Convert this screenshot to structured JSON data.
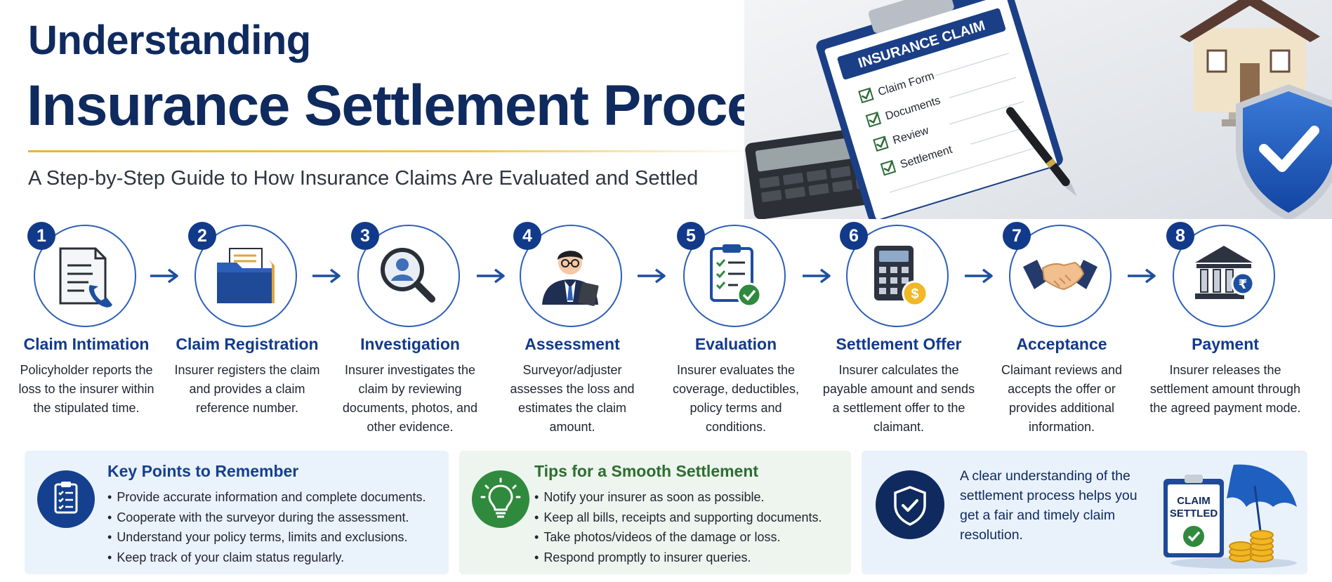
{
  "header": {
    "title_line1": "Understanding",
    "title_line2": "Insurance Settlement Procedures",
    "subtitle": "A Step-by-Step Guide to How Insurance Claims Are Evaluated and Settled"
  },
  "hero_art": {
    "clipboard_title": "INSURANCE CLAIM",
    "checklist": [
      "Claim Form",
      "Documents",
      "Review",
      "Settlement"
    ]
  },
  "steps": [
    {
      "num": "1",
      "label": "Claim Intimation",
      "icon": "document-phone-icon",
      "desc": "Policyholder reports the loss to the insurer within the stipulated time."
    },
    {
      "num": "2",
      "label": "Claim Registration",
      "icon": "folder-icon",
      "desc": "Insurer registers the claim and provides a claim reference number."
    },
    {
      "num": "3",
      "label": "Investigation",
      "icon": "magnifier-person-icon",
      "desc": "Insurer investigates the claim by reviewing documents, photos, and other evidence."
    },
    {
      "num": "4",
      "label": "Assessment",
      "icon": "surveyor-icon",
      "desc": "Surveyor/adjuster assesses the loss and estimates the claim amount."
    },
    {
      "num": "5",
      "label": "Evaluation",
      "icon": "checklist-clipboard-icon",
      "desc": "Insurer evaluates the coverage, deductibles, policy terms and conditions."
    },
    {
      "num": "6",
      "label": "Settlement Offer",
      "icon": "calculator-coin-icon",
      "desc": "Insurer calculates the payable amount and sends a settlement offer to the claimant."
    },
    {
      "num": "7",
      "label": "Acceptance",
      "icon": "handshake-icon",
      "desc": "Claimant reviews and accepts the offer or provides additional information."
    },
    {
      "num": "8",
      "label": "Payment",
      "icon": "bank-rupee-icon",
      "desc": "Insurer releases the settlement amount through the agreed payment mode."
    }
  ],
  "key_points": {
    "title": "Key Points to Remember",
    "items": [
      "Provide accurate information and complete documents.",
      "Cooperate with the surveyor during the assessment.",
      "Understand your policy terms, limits and exclusions.",
      "Keep track of your claim status regularly."
    ]
  },
  "tips": {
    "title": "Tips for a Smooth Settlement",
    "items": [
      "Notify your insurer as soon as possible.",
      "Keep all bills, receipts and supporting documents.",
      "Take photos/videos of the damage or loss.",
      "Respond promptly to insurer queries."
    ]
  },
  "note": {
    "text": "A clear understanding of the settlement process helps you get a fair and timely claim resolution.",
    "stamp_line1": "CLAIM",
    "stamp_line2": "SETTLED"
  },
  "colors": {
    "navy": "#0f2a5e",
    "blue": "#123a8a",
    "accent_gold": "#e8b53a",
    "green": "#2f8a3e"
  }
}
